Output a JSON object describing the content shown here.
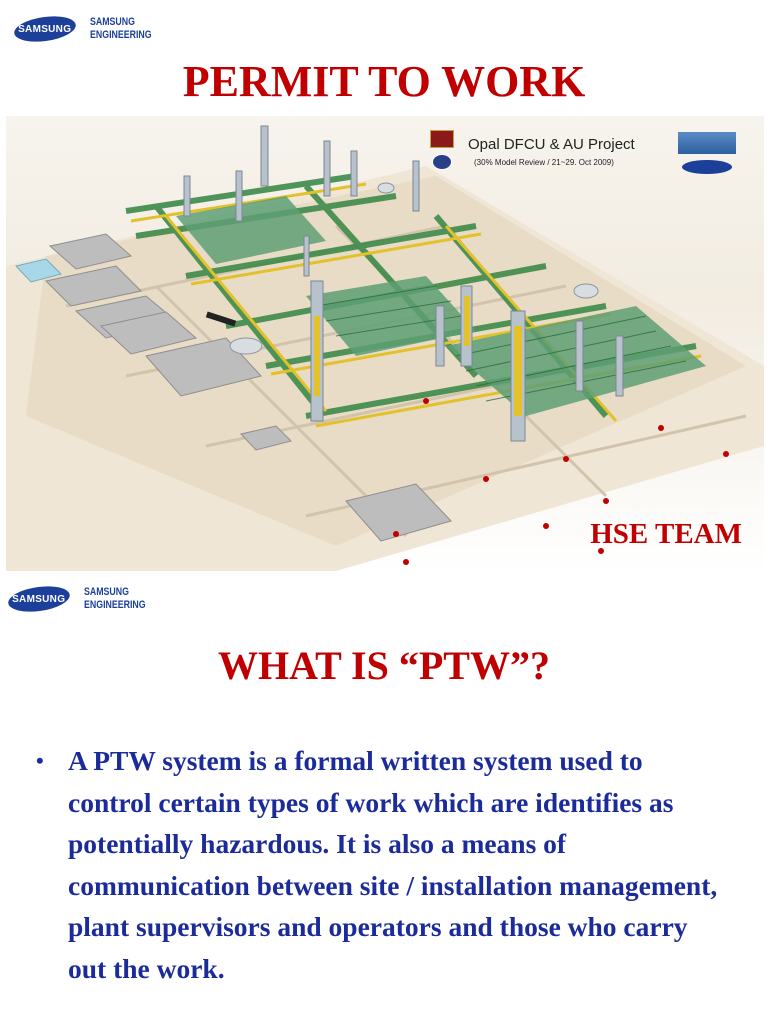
{
  "slide1": {
    "logo": {
      "badge": "SAMSUNG",
      "line1": "SAMSUNG",
      "line2": "ENGINEERING"
    },
    "title": "PERMIT TO WORK",
    "banner": {
      "project": "Opal DFCU & AU Project",
      "subtitle": "(30% Model Review / 21~29. Oct 2009)"
    },
    "team": "HSE TEAM"
  },
  "slide2": {
    "logo": {
      "badge": "SAMSUNG",
      "line1": "SAMSUNG",
      "line2": "ENGINEERING"
    },
    "title": "WHAT IS “PTW”?",
    "bullets": [
      {
        "symbol": "•",
        "text": "A PTW system is a formal written system used to control certain types of work which are identifies as potentially hazardous. It is also a means of communication between site / installation management, plant supervisors and operators and those who carry out the work."
      }
    ]
  },
  "colors": {
    "title": "#c00000",
    "body": "#1c2b9a",
    "brand": "#1c3f9a"
  }
}
